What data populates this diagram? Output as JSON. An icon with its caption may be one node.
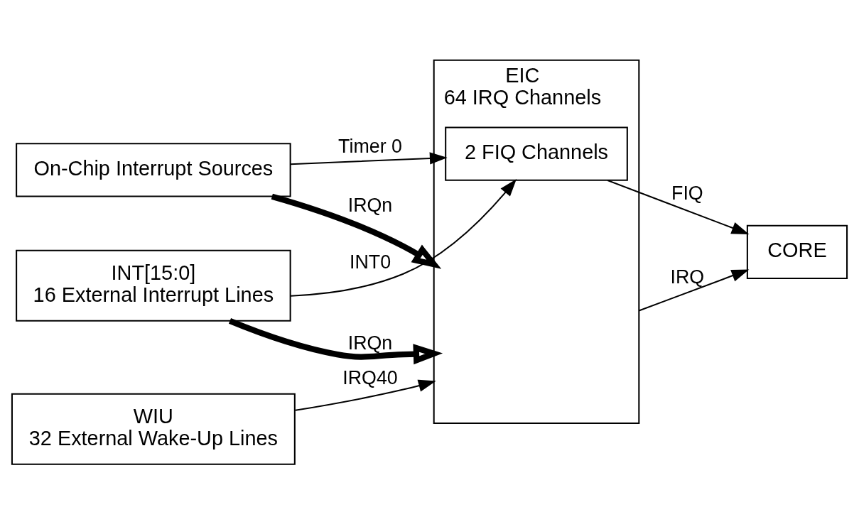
{
  "diagram": {
    "nodes": [
      {
        "text": [
          "WIU",
          "32 External Wake-Up Lines"
        ]
      },
      {
        "text": [
          "INT[15:0]",
          "16 External Interrupt Lines"
        ]
      },
      {
        "text": [
          "On-Chip Interrupt Sources"
        ]
      },
      {
        "text": [
          "EIC",
          "64 IRQ Channels"
        ]
      },
      {
        "text": [
          "2 FIQ Channels"
        ],
        "in": 3
      },
      {
        "text": [
          "CORE"
        ]
      }
    ],
    "edges": [
      {
        "from": 0,
        "to": 3,
        "arrow": "to",
        "label": "IRQ40"
      },
      {
        "from": 1,
        "to": 3,
        "arrow": "to",
        "label": "IRQn",
        "style": "thick"
      },
      {
        "from": 2,
        "to": 3,
        "arrow": "to",
        "label": "IRQn",
        "style": "thick"
      },
      {
        "from": 3,
        "to": 5,
        "arrow": "to",
        "label": "IRQ"
      },
      {
        "from": 2,
        "to": 4,
        "arrow": "to",
        "label": "Timer 0"
      },
      {
        "from": 1,
        "to": 4,
        "arrow": "to",
        "label": "INT0"
      },
      {
        "from": 4,
        "to": 5,
        "arrow": "to",
        "label": "FIQ"
      }
    ]
  }
}
